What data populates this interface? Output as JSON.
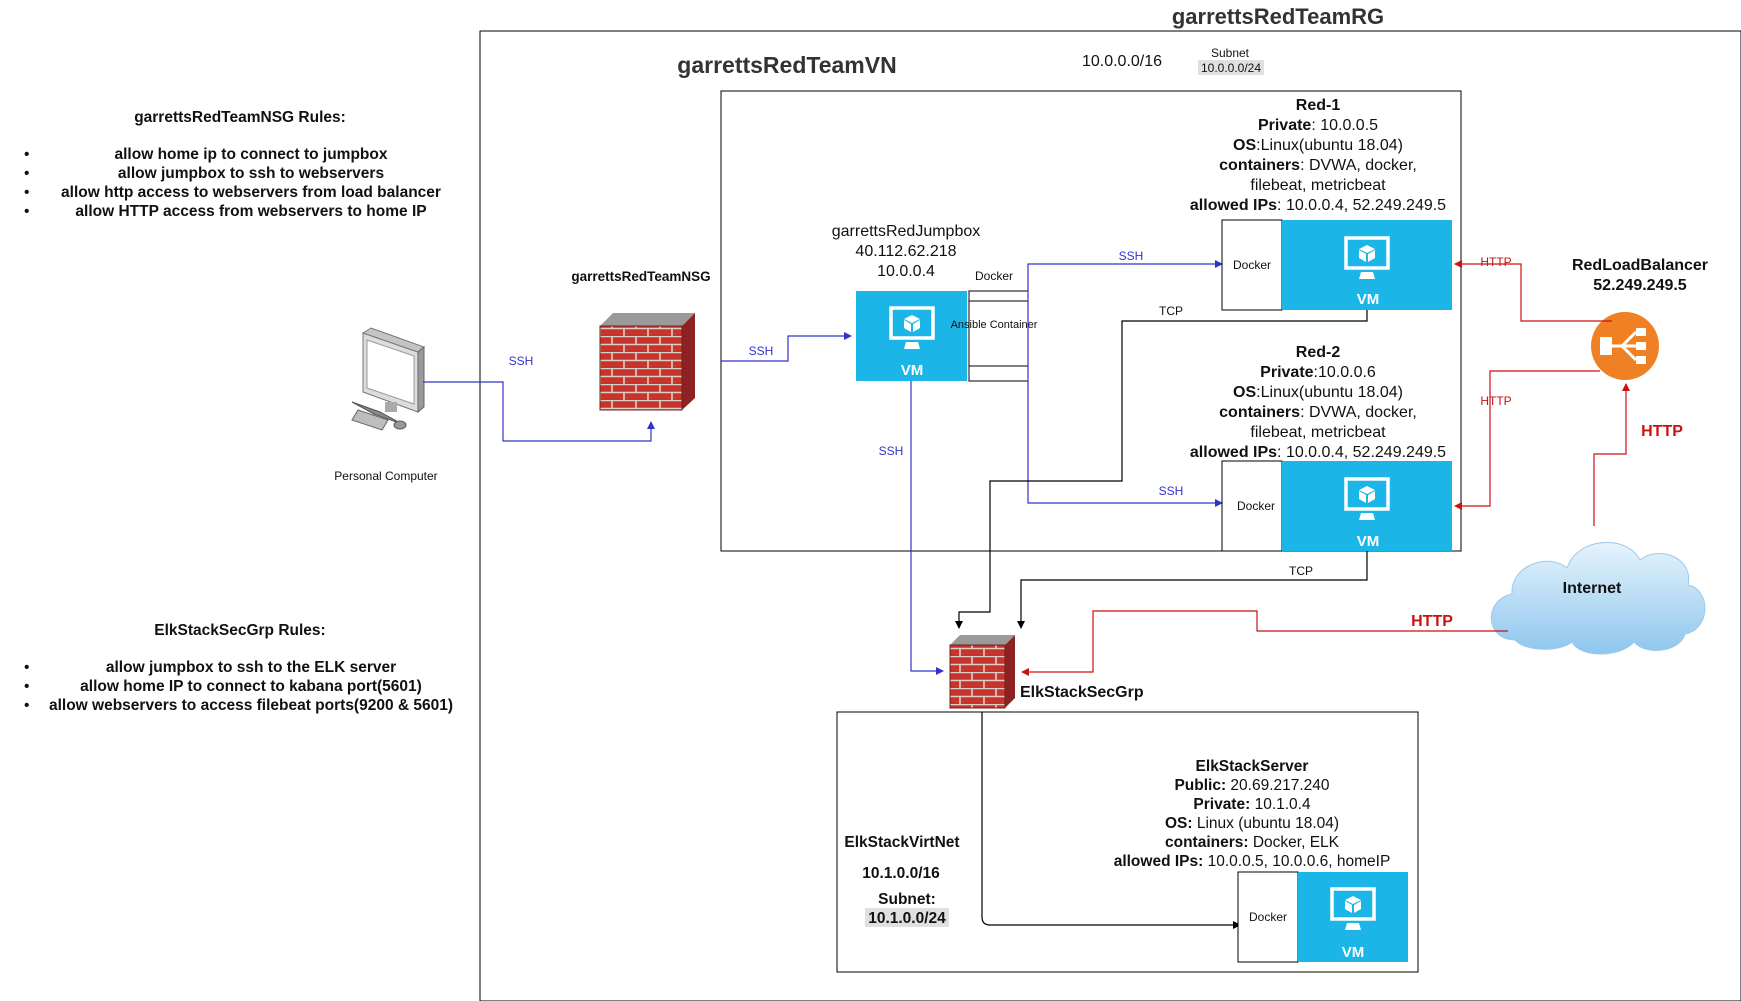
{
  "resource_group": {
    "title": "garrettsRedTeamRG"
  },
  "vnet": {
    "title": "garrettsRedTeamVN",
    "cidr": "10.0.0.0/16",
    "subnet_label": "Subnet",
    "subnet": "10.0.0.0/24"
  },
  "nsg_rules": {
    "title": "garrettsRedTeamNSG Rules:",
    "items": [
      "allow home ip to connect to jumpbox",
      "allow jumpbox to ssh to webservers",
      "allow http access to webservers from load balancer",
      "allow HTTP access from webservers to home IP"
    ]
  },
  "elk_rules": {
    "title": "ElkStackSecGrp Rules:",
    "items": [
      "allow jumpbox to ssh to the ELK server",
      "allow home IP to connect to kabana port(5601)",
      "allow webservers to access filebeat ports(9200 & 5601)"
    ]
  },
  "pc": {
    "label": "Personal Computer"
  },
  "nsg": {
    "label": "garrettsRedTeamNSG"
  },
  "jumpbox": {
    "name": "garrettsRedJumpbox",
    "public_ip": "40.112.62.218",
    "private_ip": "10.0.0.4",
    "docker_label": "Docker",
    "ansible_label": "Ansible Container"
  },
  "vm_label": "VM",
  "docker_label": "Docker",
  "red1": {
    "name": "Red-1",
    "private_key": "Private",
    "private_val": ": 10.0.0.5",
    "os_key": "OS",
    "os_val": ":Linux(ubuntu 18.04)",
    "containers_key": "containers",
    "containers_val": ": DVWA, docker,",
    "containers_val2": "filebeat, metricbeat",
    "allowed_key": "allowed IPs",
    "allowed_val": ": 10.0.0.4, 52.249.249.5"
  },
  "red2": {
    "name": "Red-2",
    "private_key": "Private",
    "private_val": ":10.0.0.6",
    "os_key": "OS",
    "os_val": ":Linux(ubuntu 18.04)",
    "containers_key": "containers",
    "containers_val": ": DVWA, docker,",
    "containers_val2": "filebeat, metricbeat",
    "allowed_key": "allowed IPs",
    "allowed_val": ": 10.0.0.4, 52.249.249.5"
  },
  "load_balancer": {
    "name": "RedLoadBalancer",
    "ip": "52.249.249.5"
  },
  "internet": {
    "label": "Internet"
  },
  "elk_secgrp": {
    "label": "ElkStackSecGrp"
  },
  "elk_vnet": {
    "title": "ElkStackVirtNet",
    "cidr": "10.1.0.0/16",
    "subnet_label": "Subnet:",
    "subnet": "10.1.0.0/24"
  },
  "elk_server": {
    "name": "ElkStackServer",
    "public_key": "Public:",
    "public_val": " 20.69.217.240",
    "private_key": "Private:",
    "private_val": " 10.1.0.4",
    "os_key": "OS:",
    "os_val": " Linux (ubuntu 18.04)",
    "containers_key": "containers:",
    "containers_val": " Docker, ELK",
    "allowed_key": "allowed IPs:",
    "allowed_val": " 10.0.0.5, 10.0.0.6, homeIP"
  },
  "links": {
    "ssh": "SSH",
    "http": "HTTP",
    "tcp": "TCP"
  },
  "colors": {
    "vm": "#1BB5E8",
    "ssh": "#3333cc",
    "http": "#cc1111",
    "lb": "#F08024"
  }
}
